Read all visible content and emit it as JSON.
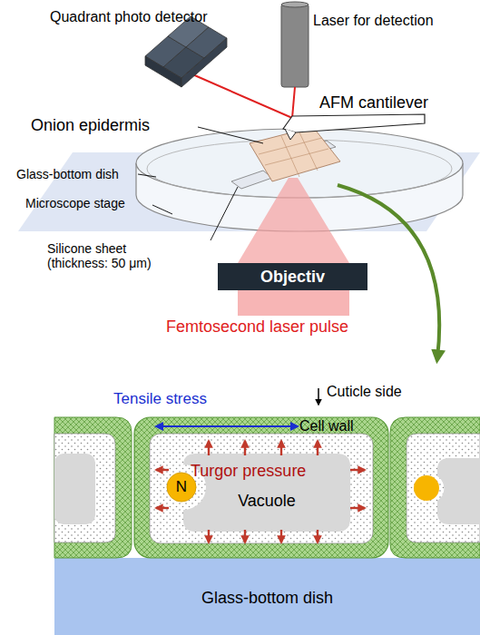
{
  "diagram": {
    "nodes": [
      {
        "text": [
          "Objectiv"
        ]
      },
      {
        "text": [
          "Cell wall"
        ]
      },
      {
        "text": [
          "Vacuole"
        ],
        "in": 1
      },
      {
        "text": [
          "N"
        ],
        "in": 1
      },
      {
        "text": [
          "Glass-bottom dish"
        ]
      }
    ],
    "labels": [
      "Quadrant photo detector",
      "Laser for detection",
      "AFM cantilever",
      "Onion epidermis",
      "Glass-bottom dish",
      "Microscope stage",
      "Silicone sheet (thickness: 50 μm)",
      "Femtosecond laser pulse",
      "Tensile stress",
      "Cuticle side",
      "Turgor pressure"
    ]
  }
}
